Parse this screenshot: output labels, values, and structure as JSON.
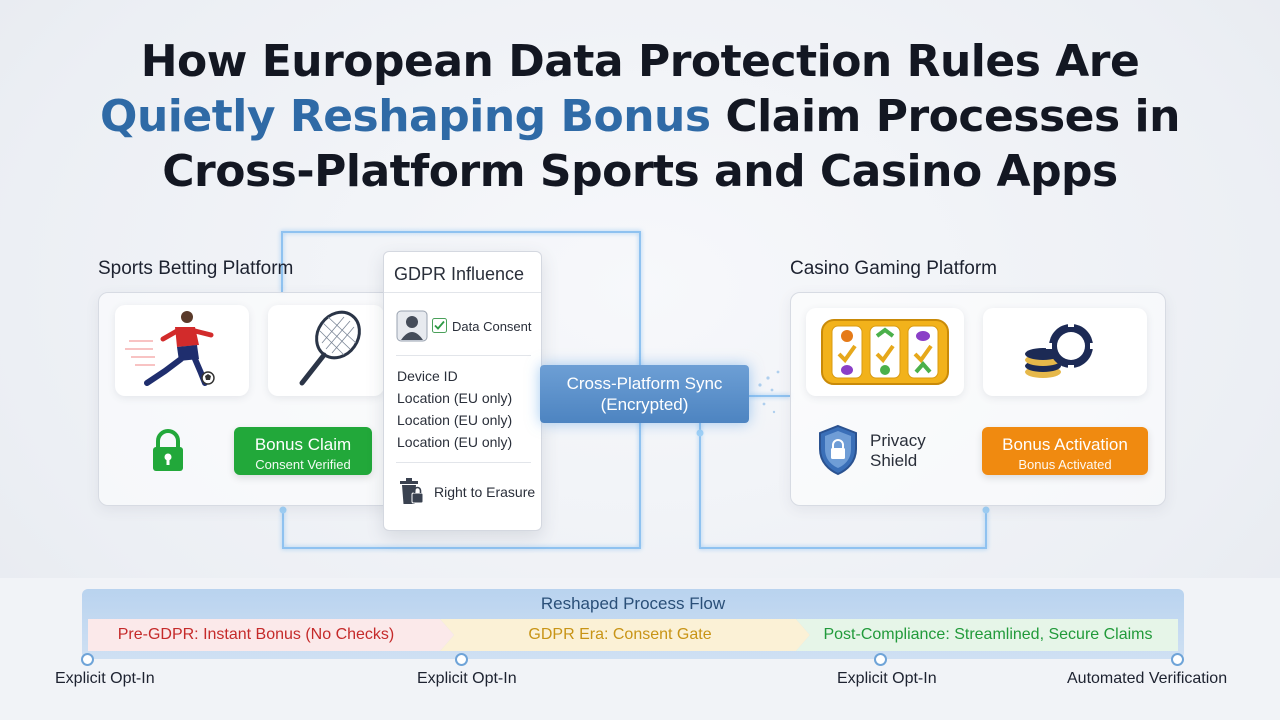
{
  "title": {
    "line1": "How European Data Protection Rules Are",
    "line2_highlight": "Quietly Reshaping Bonus",
    "line2_rest": " Claim Processes in",
    "line3": "Cross-Platform Sports and Casino Apps"
  },
  "sports": {
    "label": "Sports Betting Platform",
    "bonus_main": "Bonus Claim",
    "bonus_sub": "Consent Verified"
  },
  "gdpr": {
    "header": "GDPR Influence",
    "consent": "Data Consent",
    "items": [
      "Device ID",
      "Location (EU only)",
      "Location (EU only)",
      "Location (EU only)"
    ],
    "erasure": "Right to Erasure"
  },
  "sync": {
    "line1": "Cross-Platform Sync",
    "line2": "(Encrypted)"
  },
  "casino": {
    "label": "Casino Gaming Platform",
    "privacy_line1": "Privacy",
    "privacy_line2": "Shield",
    "bonus_main": "Bonus Activation",
    "bonus_sub": "Bonus Activated"
  },
  "flow": {
    "title": "Reshaped Process Flow",
    "stages": [
      "Pre-GDPR: Instant Bonus (No Checks)",
      "GDPR Era: Consent Gate",
      "Post-Compliance: Streamlined, Secure Claims"
    ],
    "milestones": [
      "Explicit Opt-In",
      "Explicit Opt-In",
      "Explicit Opt-In",
      "Automated Verification"
    ]
  },
  "colors": {
    "title_highlight": "#2f6aa6",
    "bonus_green": "#22a83a",
    "bonus_orange": "#f08a10",
    "sync_blue": "#5b8fcb",
    "stage_red": "#c52a2a",
    "stage_amber": "#c89416",
    "stage_green": "#219a3a"
  }
}
